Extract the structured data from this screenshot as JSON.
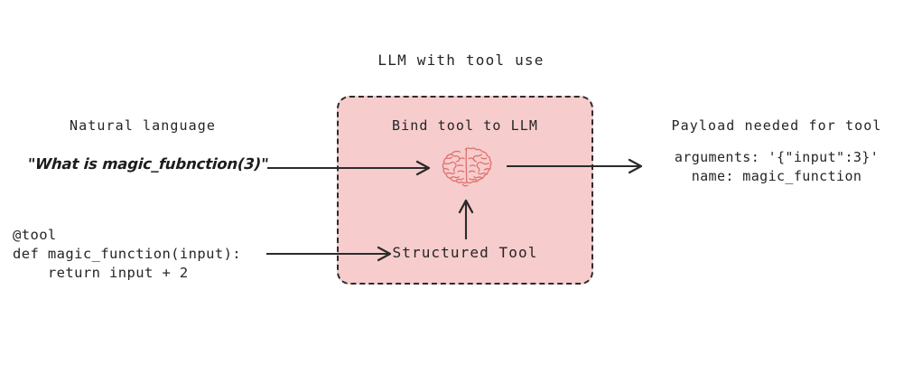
{
  "diagram": {
    "title": "LLM with tool use",
    "background_color": "#ffffff",
    "accent_box_color": "#f7cccc",
    "brain_color": "#e07272",
    "line_color": "#2b2b2b"
  },
  "headings": {
    "left": "Natural language",
    "center": "Bind tool to LLM",
    "right": "Payload needed for tool"
  },
  "left_column": {
    "natural_language_quote": "\"What is magic_fubnction(3)\"",
    "code": {
      "line1": "@tool",
      "line2": "def magic_function(input):",
      "line3": "    return input + 2"
    }
  },
  "center_box": {
    "label": "Bind tool to LLM",
    "tool_label": "Structured Tool",
    "icon": "brain-icon"
  },
  "right_column": {
    "payload": {
      "arguments_line": "arguments: '{\"input\":3}'",
      "name_line": "name: magic_function"
    }
  },
  "arrows": [
    {
      "name": "arrow-query-to-llm",
      "from": "natural-language-quote",
      "to": "brain-icon",
      "direction": "right"
    },
    {
      "name": "arrow-llm-to-payload",
      "from": "brain-icon",
      "to": "payload",
      "direction": "right"
    },
    {
      "name": "arrow-code-to-structured-tool",
      "from": "code-block",
      "to": "structured-tool",
      "direction": "right"
    },
    {
      "name": "arrow-structured-tool-to-brain",
      "from": "structured-tool",
      "to": "brain-icon",
      "direction": "up"
    }
  ]
}
